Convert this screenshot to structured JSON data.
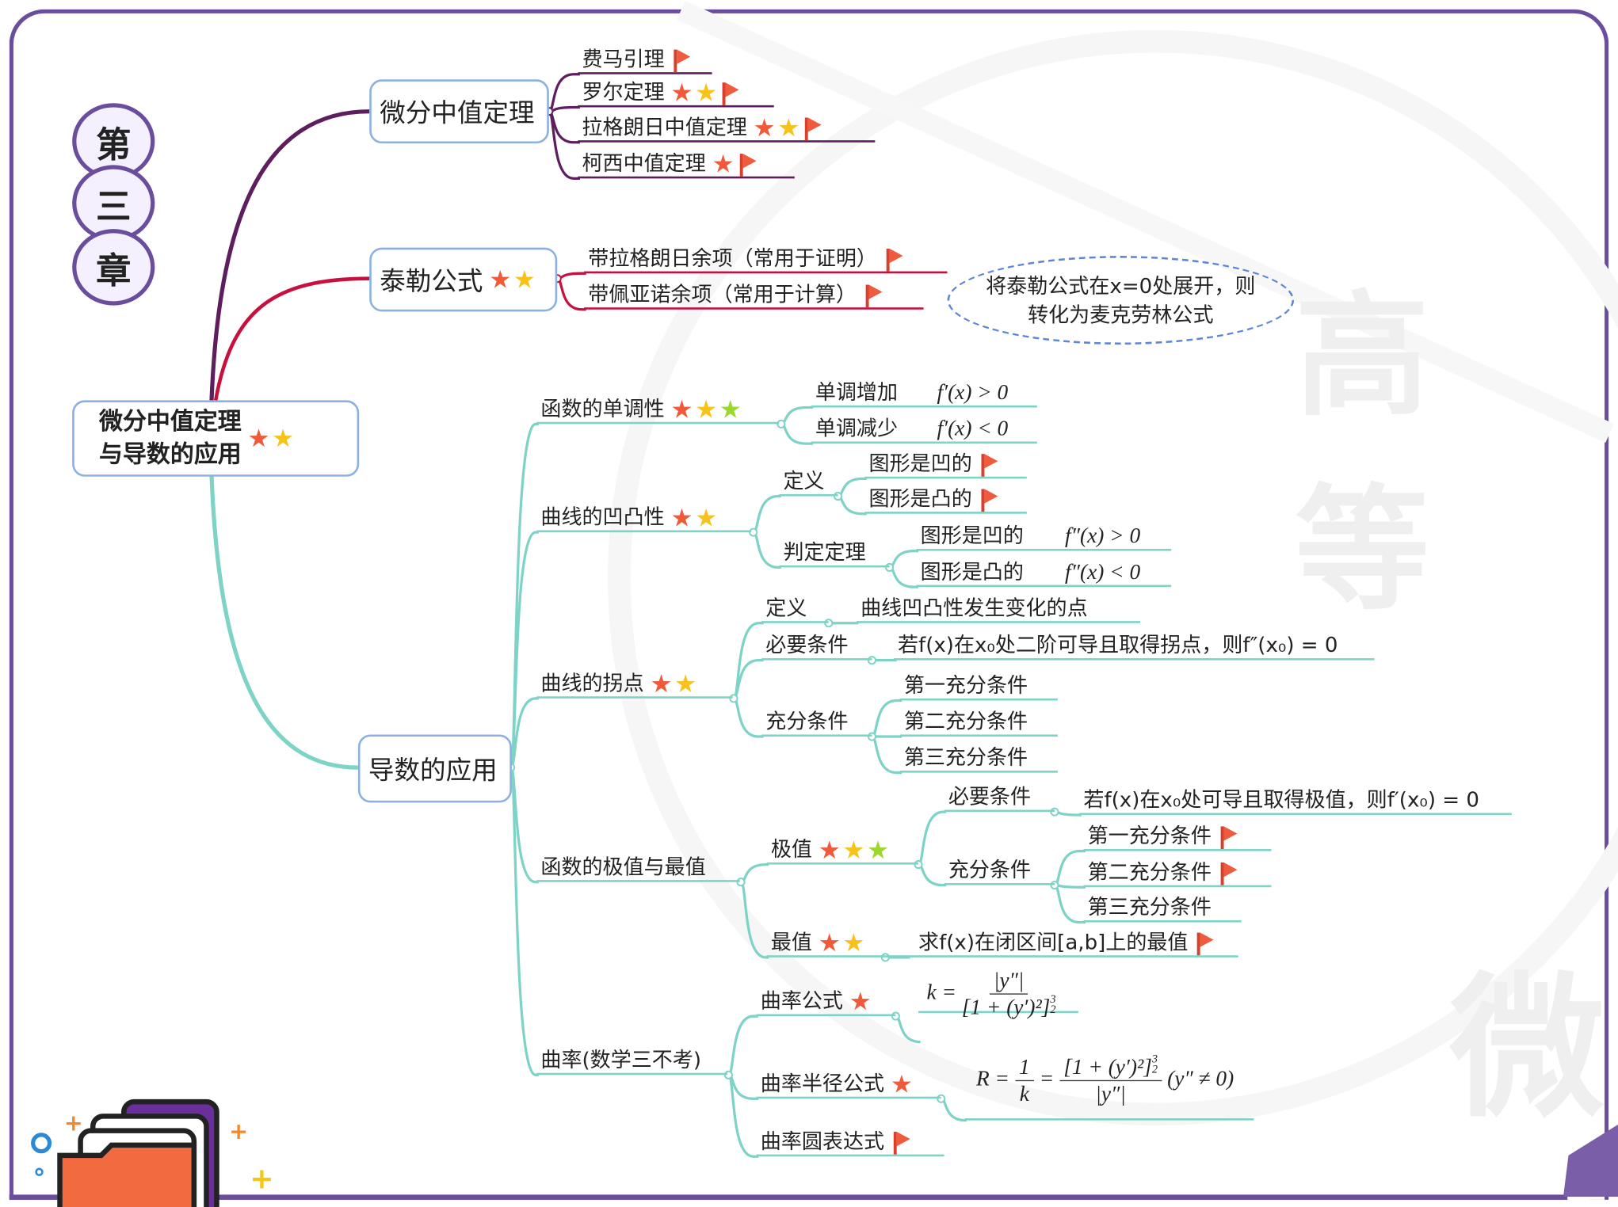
{
  "chapter": [
    "第",
    "三",
    "章"
  ],
  "watermark": {
    "top": "高 等",
    "bottom": "微"
  },
  "root": {
    "line1": "微分中值定理",
    "line2": "与导数的应用",
    "icons": [
      "star-red",
      "star-yellow"
    ]
  },
  "mvt": {
    "title": "微分中值定理",
    "items": [
      {
        "label": "费马引理",
        "icons": [
          "flag"
        ]
      },
      {
        "label": "罗尔定理",
        "icons": [
          "star-red",
          "star-yellow",
          "flag"
        ]
      },
      {
        "label": "拉格朗日中值定理",
        "icons": [
          "star-red",
          "star-yellow",
          "flag"
        ]
      },
      {
        "label": "柯西中值定理",
        "icons": [
          "star-red",
          "flag"
        ]
      }
    ]
  },
  "taylor": {
    "title": "泰勒公式",
    "icons": [
      "star-red",
      "star-yellow"
    ],
    "items": [
      {
        "label": "带拉格朗日余项（常用于证明）",
        "icons": [
          "flag"
        ]
      },
      {
        "label": "带佩亚诺余项（常用于计算）",
        "icons": [
          "flag"
        ]
      }
    ],
    "note": {
      "line1": "将泰勒公式在x=0处展开，则",
      "line2": "转化为麦克劳林公式"
    }
  },
  "app": {
    "title": "导数的应用",
    "monotonic": {
      "label": "函数的单调性",
      "icons": [
        "star-red",
        "star-yellow",
        "star-green"
      ],
      "inc": {
        "label": "单调增加",
        "formula": "f′(x) > 0"
      },
      "dec": {
        "label": "单调减少",
        "formula": "f′(x) < 0"
      }
    },
    "convex": {
      "label": "曲线的凹凸性",
      "icons": [
        "star-red",
        "star-yellow"
      ],
      "def": {
        "label": "定义",
        "items": [
          {
            "label": "图形是凹的",
            "icons": [
              "flag"
            ]
          },
          {
            "label": "图形是凸的",
            "icons": [
              "flag"
            ]
          }
        ]
      },
      "crit": {
        "label": "判定定理",
        "items": [
          {
            "label": "图形是凹的",
            "formula": "f″(x) > 0"
          },
          {
            "label": "图形是凸的",
            "formula": "f″(x) < 0"
          }
        ]
      }
    },
    "inflection": {
      "label": "曲线的拐点",
      "icons": [
        "star-red",
        "star-yellow"
      ],
      "def": {
        "label": "定义",
        "text": "曲线凹凸性发生变化的点"
      },
      "nec": {
        "label": "必要条件",
        "text": "若f(x)在x₀处二阶可导且取得拐点，则f″(x₀) = 0"
      },
      "suf": {
        "label": "充分条件",
        "items": [
          "第一充分条件",
          "第二充分条件",
          "第三充分条件"
        ]
      }
    },
    "extrema": {
      "label": "函数的极值与最值",
      "ext": {
        "label": "极值",
        "icons": [
          "star-red",
          "star-yellow",
          "star-green"
        ],
        "nec": {
          "label": "必要条件",
          "text": "若f(x)在x₀处可导且取得极值，则f′(x₀) = 0"
        },
        "suf": {
          "label": "充分条件",
          "items": [
            {
              "label": "第一充分条件",
              "icons": [
                "flag"
              ]
            },
            {
              "label": "第二充分条件",
              "icons": [
                "flag"
              ]
            },
            {
              "label": "第三充分条件",
              "icons": []
            }
          ]
        }
      },
      "max": {
        "label": "最值",
        "icons": [
          "star-red",
          "star-yellow"
        ],
        "text": "求f(x)在闭区间[a,b]上的最值",
        "text_icons": [
          "flag"
        ]
      }
    },
    "curvature": {
      "label": "曲率(数学三不考)",
      "formula": {
        "label": "曲率公式",
        "icons": [
          "star-red"
        ],
        "lhs": "k =",
        "num": "|y″|",
        "den": "[1 + (y′)²]",
        "exp_n": "3",
        "exp_d": "2"
      },
      "radius": {
        "label": "曲率半径公式",
        "icons": [
          "star-red"
        ],
        "lhs": "R =",
        "one": "1",
        "k": "k",
        "eq": "=",
        "num": "[1 + (y′)²]",
        "exp_n": "3",
        "exp_d": "2",
        "den": "|y″|",
        "cond": "(y″ ≠ 0)"
      },
      "circle": {
        "label": "曲率圆表达式",
        "icons": [
          "flag"
        ]
      }
    }
  },
  "colors": {
    "purple": "#6b4d9e",
    "branch_purple": "#5e1d5e",
    "branch_crimson": "#c8103e",
    "branch_teal": "#7dd3c6",
    "star_red": "#ef5a3a",
    "star_yellow": "#f7c21a",
    "star_green": "#9bd82c",
    "flag": "#ee5b3f"
  }
}
